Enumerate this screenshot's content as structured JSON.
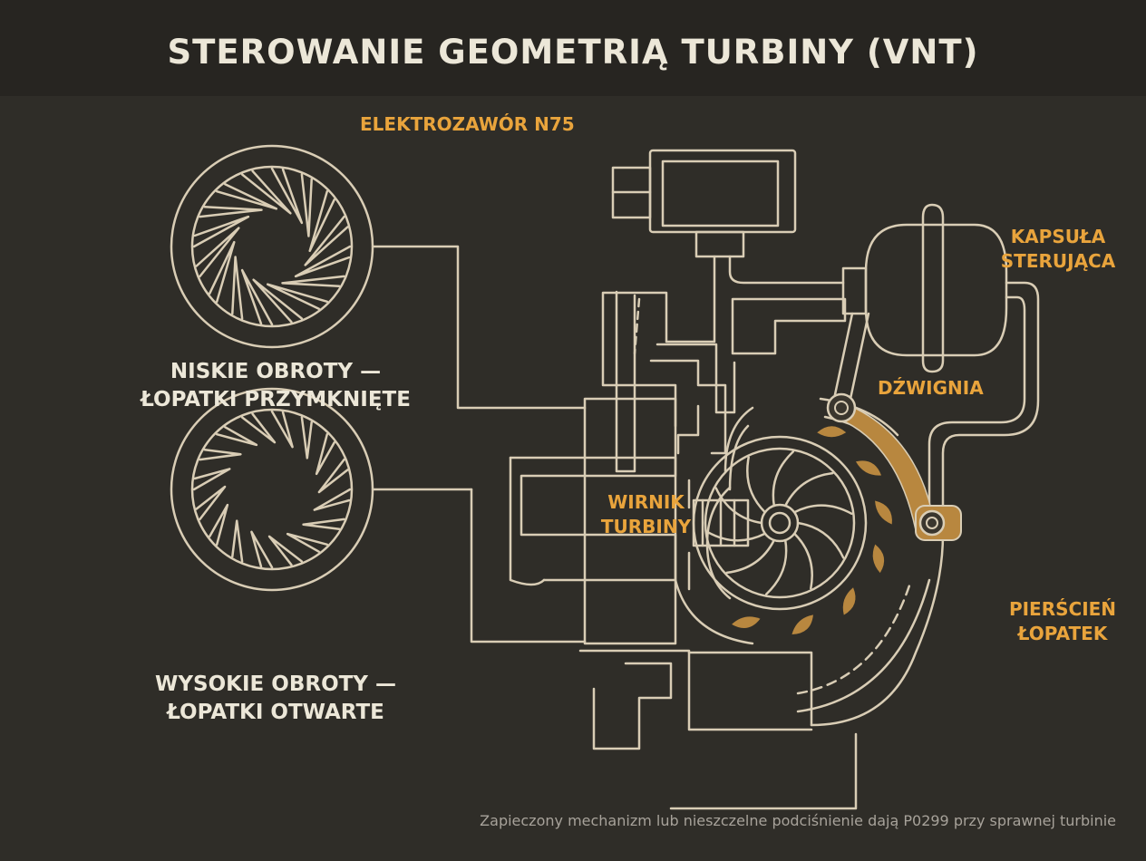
{
  "title": "STEROWANIE GEOMETRIĄ TURBINY (VNT)",
  "labels": {
    "solenoid": "ELEKTROZAWÓR N75",
    "actuator_line1": "KAPSUŁA",
    "actuator_line2": "STERUJĄCA",
    "lever": "DŹWIGNIA",
    "wheel_line1": "WIRNIK",
    "wheel_line2": "TURBINY",
    "ring_line1": "PIERŚCIEŃ",
    "ring_line2": "ŁOPATEK",
    "low_line1": "NISKIE OBROTY —",
    "low_line2": "ŁOPATKI PRZYMKNIĘTE",
    "high_line1": "WYSOKIE OBROTY —",
    "high_line2": "ŁOPATKI OTWARTE"
  },
  "footnote": "Zapieczony mechanizm lub nieszczelne podciśnienie dają P0299 przy sprawnej turbinie",
  "colors": {
    "background": "#2f2d28",
    "line": "#d9cdb5",
    "accent": "#e9a43c",
    "accent_fill": "#b8873f",
    "text": "#ece7d8"
  },
  "vanes": {
    "low_rpm_count": 16,
    "high_rpm_count": 16,
    "ring_vane_count": 7,
    "wheel_blade_count": 10
  }
}
